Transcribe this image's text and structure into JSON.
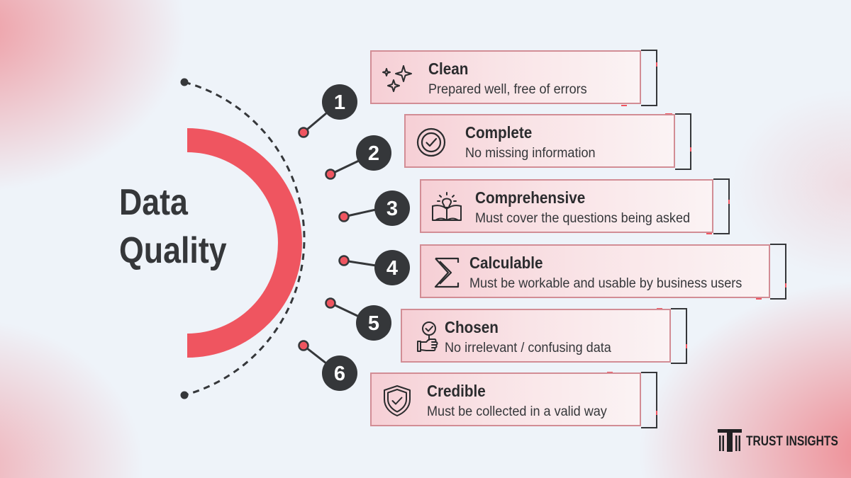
{
  "title": {
    "line1": "Data",
    "line2": "Quality"
  },
  "items": [
    {
      "number": "1",
      "title": "Clean",
      "description": "Prepared well, free of errors",
      "icon": "sparkles-icon"
    },
    {
      "number": "2",
      "title": "Complete",
      "description": "No missing information",
      "icon": "check-circle-icon"
    },
    {
      "number": "3",
      "title": "Comprehensive",
      "description": "Must cover the questions being asked",
      "icon": "lightbulb-book-icon"
    },
    {
      "number": "4",
      "title": "Calculable",
      "description": "Must be workable and usable by business users",
      "icon": "sigma-icon"
    },
    {
      "number": "5",
      "title": "Chosen",
      "description": "No irrelevant / confusing data",
      "icon": "hand-check-icon"
    },
    {
      "number": "6",
      "title": "Credible",
      "description": "Must be collected in a valid way",
      "icon": "shield-check-icon"
    }
  ],
  "brand": {
    "name": "TRUST INSIGHTS"
  },
  "colors": {
    "accent": "#ef5560",
    "dark": "#35373a",
    "card_border": "#d28d95",
    "background": "#eef3f9"
  }
}
